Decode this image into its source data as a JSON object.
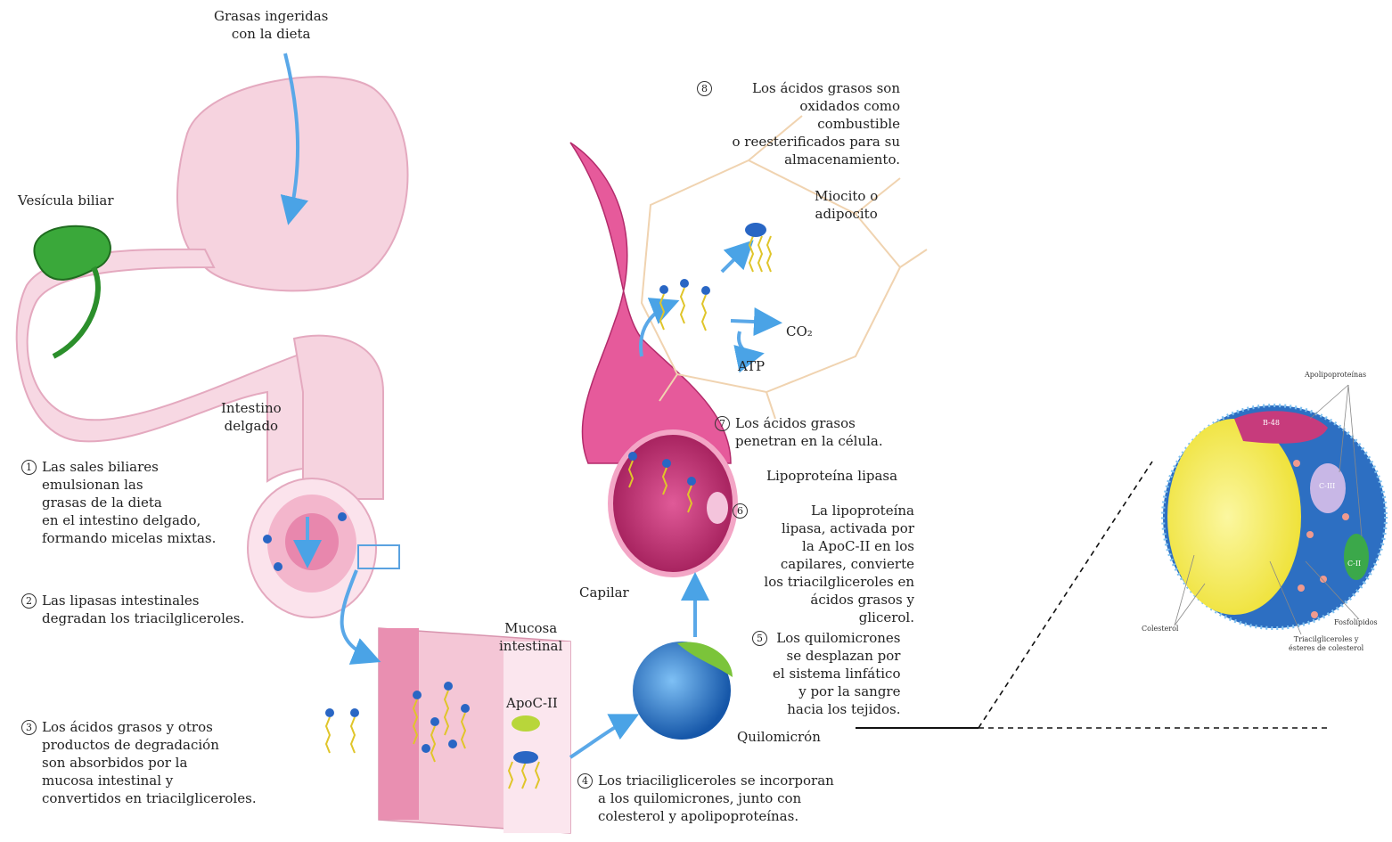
{
  "labels": {
    "dietary_fats": "Grasas ingeridas\ncon la dieta",
    "gallbladder": "Vesícula biliar",
    "small_intestine": "Intestino\ndelgado",
    "intestinal_mucosa": "Mucosa\nintestinal",
    "apoc2": "ApoC-II",
    "chylomicron": "Quilomicrón",
    "capillary": "Capilar",
    "lipoprotein_lipase": "Lipoproteína lipasa",
    "myocyte": "Miocito o\nadipocito",
    "co2": "CO₂",
    "atp": "ATP"
  },
  "steps": [
    {
      "num": "1",
      "text": "Las sales biliares\nemulsionan las\ngrasas de la dieta\nen el intestino delgado,\nformando micelas mixtas."
    },
    {
      "num": "2",
      "text": "Las lipasas intestinales\ndegradan los triacilgliceroles."
    },
    {
      "num": "3",
      "text": "Los ácidos grasos y otros\nproductos de degradación\nson absorbidos por la\nmucosa intestinal y\nconvertidos en triacilgliceroles."
    },
    {
      "num": "4",
      "text": "Los triaciligliceroles se incorporan\na los quilomicrones, junto con\ncolesterol y apolipoproteínas."
    },
    {
      "num": "5",
      "text": "Los quilomicrones\nse desplazan por\nel sistema linfático\ny por la sangre\nhacia los tejidos."
    },
    {
      "num": "6",
      "text": "La lipoproteína\nlipasa, activada por\nla ApoC-II en los\ncapilares, convierte\nlos triacilgliceroles en\nácidos grasos y glicerol."
    },
    {
      "num": "7",
      "text": "Los ácidos grasos\npenetran en la célula."
    },
    {
      "num": "8",
      "text": "Los ácidos grasos son\noxidados como combustible\no reesterificados para su\nalmacenamiento."
    }
  ],
  "chylomicron_detail": {
    "apolipoproteins": "Apolipoproteínas",
    "b48": "B-48",
    "c3": "C-III",
    "c2": "C-II",
    "cholesterol": "Colesterol",
    "phospholipids": "Fosfolípidos",
    "tag_esters": "Triacilgliceroles y\nésteres de colesterol"
  },
  "colors": {
    "intestine": "#f4c6d6",
    "capillary": "#d8347a",
    "gallbladder": "#3aa83a",
    "arrow": "#6fb6ea",
    "chylomicron": "#1f78c8",
    "apoc2": "#b8d63a",
    "lipid_yellow": "#f2e64a"
  }
}
